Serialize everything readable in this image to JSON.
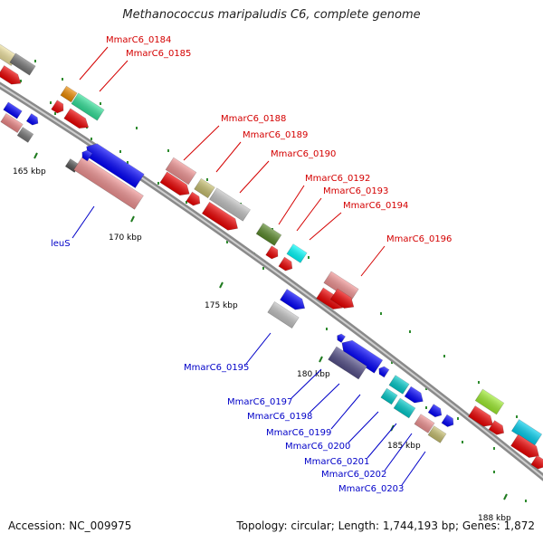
{
  "title": "Methanococcus maripaludis C6, complete genome",
  "footer": {
    "accession": "Accession: NC_009975",
    "summary": "Topology: circular; Length: 1,744,193 bp; Genes: 1,872"
  },
  "colors": {
    "forward_label": "#d40000",
    "reverse_label": "#0000c8",
    "backbone": "#8a8a8a",
    "tick": "#1f7a1f"
  },
  "position_labels": [
    "165 kbp",
    "170 kbp",
    "175 kbp",
    "180 kbp",
    "185 kbp",
    "188 kbp"
  ],
  "forward_gene_labels": [
    "MmarC6_0184",
    "MmarC6_0185",
    "MmarC6_0188",
    "MmarC6_0189",
    "MmarC6_0190",
    "MmarC6_0192",
    "MmarC6_0193",
    "MmarC6_0194",
    "MmarC6_0196"
  ],
  "reverse_gene_labels": [
    "leuS",
    "MmarC6_0195",
    "MmarC6_0197",
    "MmarC6_0198",
    "MmarC6_0199",
    "MmarC6_0200",
    "MmarC6_0201",
    "MmarC6_0202",
    "MmarC6_0203"
  ]
}
